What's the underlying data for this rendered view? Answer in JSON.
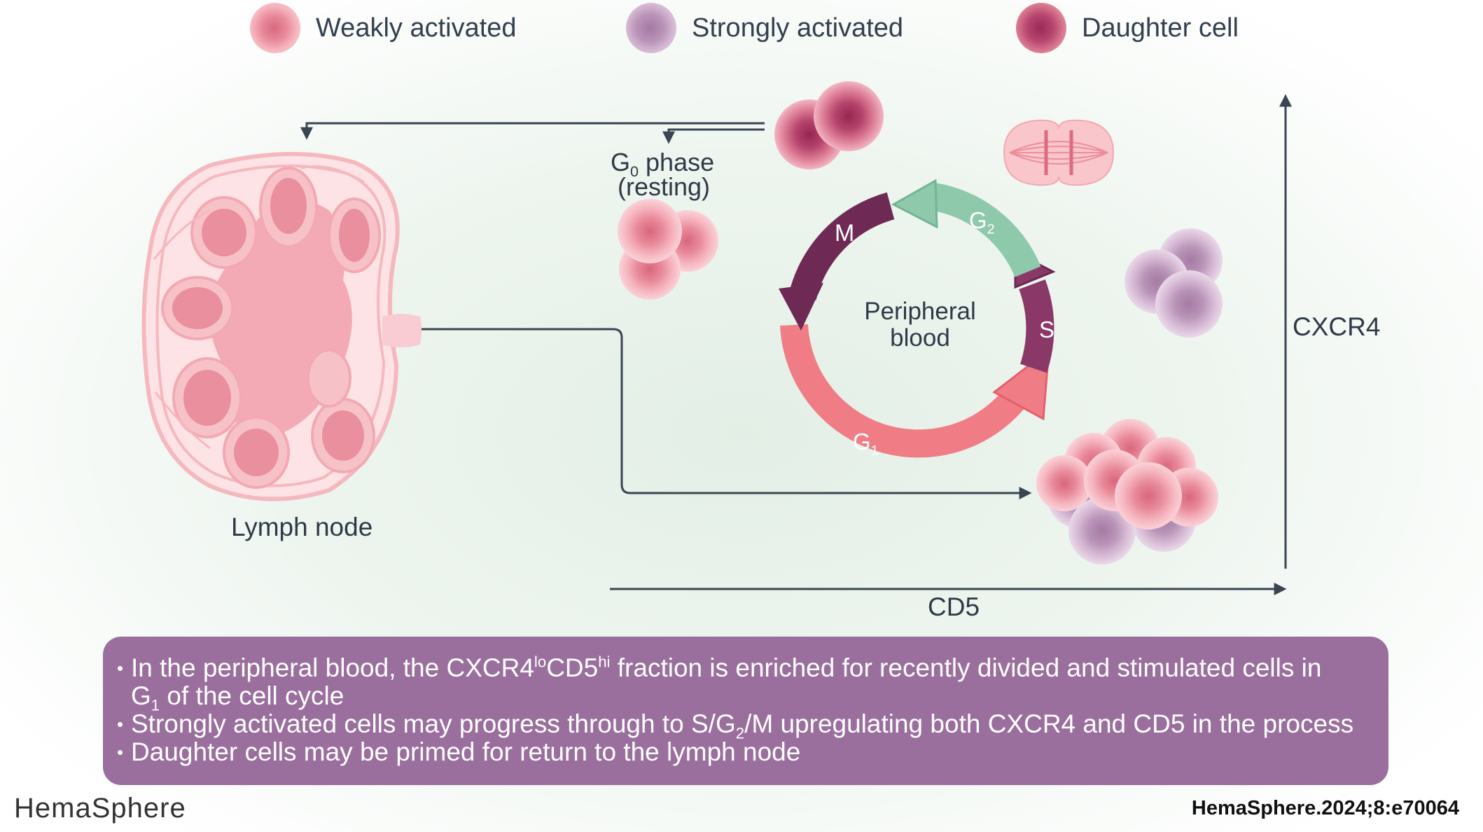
{
  "legend": {
    "weak": "Weakly activated",
    "strong": "Strongly activated",
    "daughter": "Daughter cell"
  },
  "labels": {
    "g0_prefix": "G",
    "g0_sub": "0",
    "g0_phase": " phase",
    "g0_resting": "(resting)",
    "lymph_node": "Lymph node",
    "cycle_center": [
      "Peripheral",
      "blood"
    ],
    "phase_m": "M",
    "phase_g2_letter": "G",
    "phase_g2_sub": "2",
    "phase_s": "S",
    "phase_g1_letter": "G",
    "phase_g1_sub": "1",
    "axis_y": "CXCR4",
    "axis_x": "CD5"
  },
  "summary": {
    "b1_part1": "In the peripheral blood, the CXCR4",
    "b1_sup1": "lo",
    "b1_part2": "CD5",
    "b1_sup2": "hi",
    "b1_part3": " fraction is enriched for recently divided and stimulated cells in",
    "b1_line2_prefix": "G",
    "b1_line2_sub": "1",
    "b1_line2_rest": " of the cell cycle",
    "b2_part1": "Strongly activated cells may progress through to S/G",
    "b2_sub": "2",
    "b2_part2": "/M upregulating both CXCR4 and CD5 in the process",
    "b3": "Daughter cells may be primed for return to the lymph node"
  },
  "footer": {
    "journal": "HemaSphere",
    "citation": "HemaSphere.2024;8:e70064"
  },
  "colors": {
    "weak": "#e8899a",
    "strong": "#b994b8",
    "daughter": "#b6456e",
    "phase_m": "#6e2a55",
    "phase_g2": "#8fc9ac",
    "phase_s": "#8a3868",
    "phase_g1": "#f07d86",
    "summary_bg": "#9a6f9e",
    "arrow": "#3a4553"
  }
}
